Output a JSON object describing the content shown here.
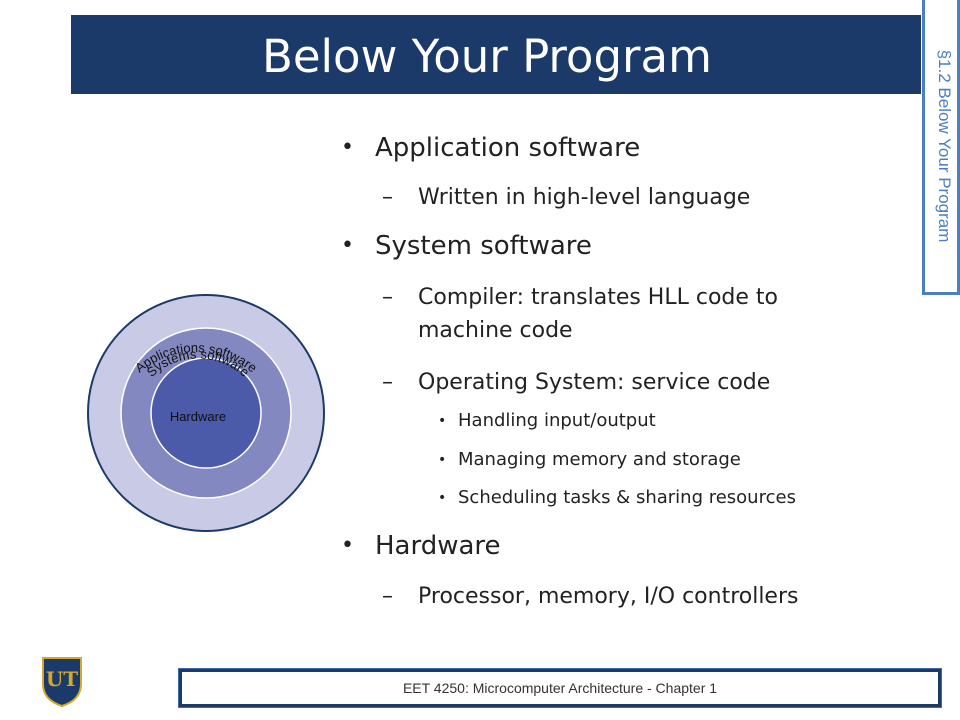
{
  "slide": {
    "title": "Below Your Program",
    "section_tab": "§1.2 Below Your Program",
    "footer": "EET 4250: Microcomputer Architecture - Chapter 1"
  },
  "bullets": [
    {
      "text": "Application software",
      "sub": [
        {
          "text": "Written in high-level language"
        }
      ]
    },
    {
      "text": "System software",
      "sub": [
        {
          "text": "Compiler: translates HLL code to machine code"
        },
        {
          "text": "Operating System: service code",
          "sub": [
            {
              "text": "Handling input/output"
            },
            {
              "text": "Managing memory and storage"
            },
            {
              "text": "Scheduling tasks & sharing resources"
            }
          ]
        }
      ]
    },
    {
      "text": "Hardware",
      "sub": [
        {
          "text": "Processor, memory, I/O controllers"
        }
      ]
    }
  ],
  "diagram": {
    "outer_label": "Applications software",
    "middle_label": "Systems software",
    "inner_label": "Hardware",
    "colors": {
      "outer": "#c9cbe6",
      "middle": "#8389c0",
      "inner": "#4b5aa9",
      "stroke": "#1c3a69"
    }
  },
  "logo": {
    "text": "UT",
    "colors": {
      "shield": "#1c3a69",
      "letters": "#d4a82a"
    }
  }
}
